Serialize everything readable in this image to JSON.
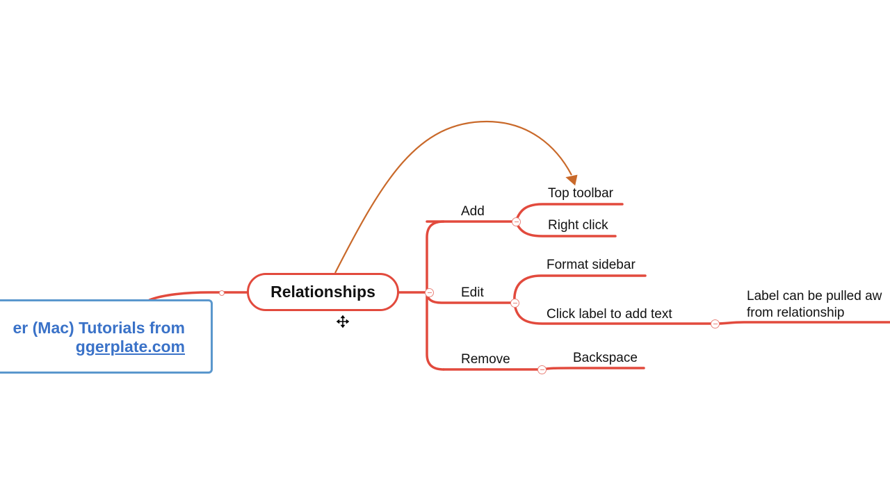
{
  "central_topic": "Relationships",
  "link_box": {
    "line1": "er (Mac) Tutorials from",
    "line2": "ggerplate.com"
  },
  "branches": {
    "add": {
      "label": "Add",
      "children": [
        "Top toolbar",
        "Right click"
      ]
    },
    "edit": {
      "label": "Edit",
      "children": [
        "Format sidebar",
        "Click label to add text"
      ]
    },
    "remove": {
      "label": "Remove",
      "children": [
        "Backspace"
      ]
    }
  },
  "floating_label": {
    "line1": "Label can be pulled aw",
    "line2": "from relationship"
  },
  "colors": {
    "branch": "#e24a3d",
    "relationship": "#c9692a",
    "link_box_border": "#5a97cd",
    "link_text": "#3a72c8"
  },
  "icons": {
    "cursor": "move-cursor-icon",
    "collapse": "collapse-minus-icon"
  }
}
